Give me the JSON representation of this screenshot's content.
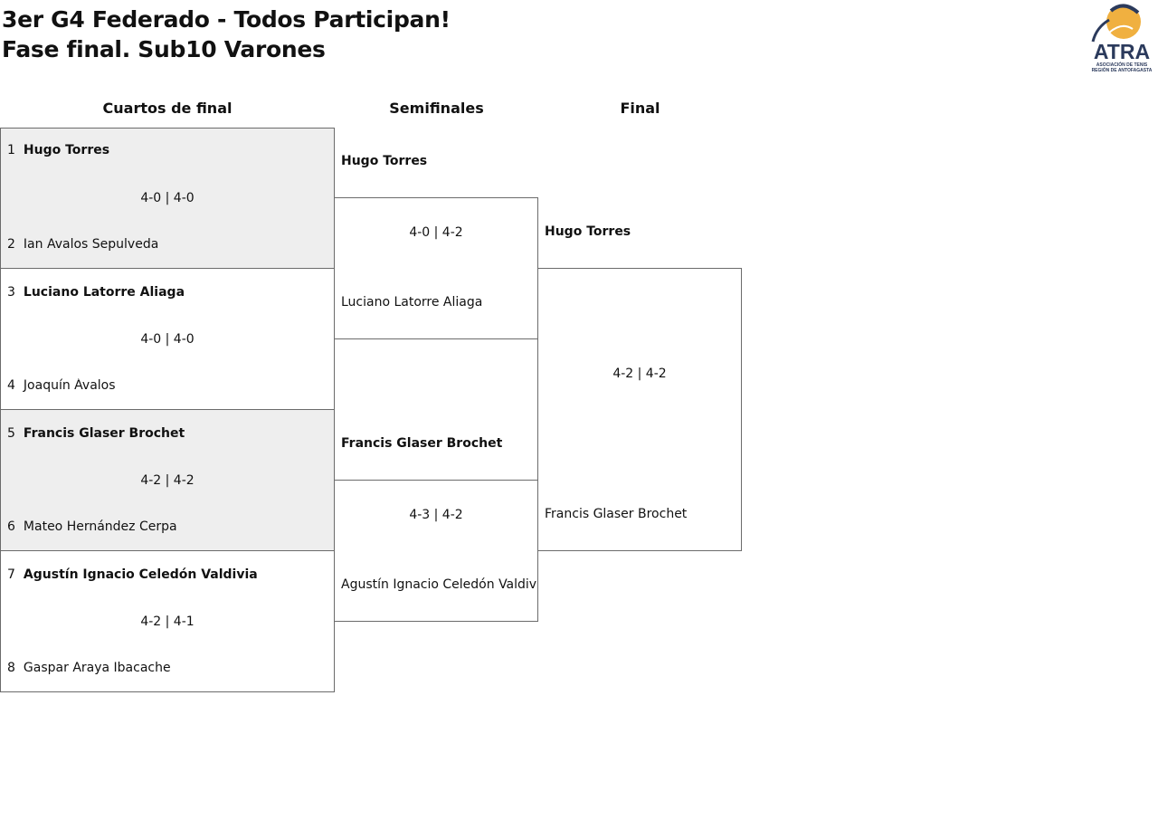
{
  "title": {
    "line1": "3er G4 Federado - Todos Participan!",
    "line2": "Fase final. Sub10 Varones"
  },
  "logo": {
    "text": "ATRA",
    "subtext1": "ASOCIACIÓN DE TENIS",
    "subtext2": "REGIÓN DE ANTOFAGASTA",
    "colors": {
      "navy": "#2b3a5c",
      "orange": "#f0b040"
    }
  },
  "rounds": {
    "quarterfinals": "Cuartos de final",
    "semifinals": "Semifinales",
    "final": "Final"
  },
  "quarterfinals": [
    {
      "top": {
        "seed": "1",
        "name": "Hugo Torres",
        "winner": true
      },
      "score": "4-0 | 4-0",
      "bottom": {
        "seed": "2",
        "name": "Ian Avalos Sepulveda",
        "winner": false
      }
    },
    {
      "top": {
        "seed": "3",
        "name": "Luciano Latorre Aliaga",
        "winner": true
      },
      "score": "4-0 | 4-0",
      "bottom": {
        "seed": "4",
        "name": "Joaquín Ávalos",
        "winner": false
      }
    },
    {
      "top": {
        "seed": "5",
        "name": "Francis Glaser Brochet",
        "winner": true
      },
      "score": "4-2 | 4-2",
      "bottom": {
        "seed": "6",
        "name": "Mateo Hernández Cerpa",
        "winner": false
      }
    },
    {
      "top": {
        "seed": "7",
        "name": "Agustín Ignacio Celedón Valdivia",
        "winner": true
      },
      "score": "4-2 | 4-1",
      "bottom": {
        "seed": "8",
        "name": "Gaspar Araya Ibacache",
        "winner": false
      }
    }
  ],
  "semifinals": [
    {
      "top": {
        "name": "Hugo Torres",
        "winner": true
      },
      "score": "4-0 | 4-2",
      "bottom": {
        "name": "Luciano Latorre Aliaga",
        "winner": false
      }
    },
    {
      "top": {
        "name": "Francis Glaser Brochet",
        "winner": true
      },
      "score": "4-3 | 4-2",
      "bottom": {
        "name": "Agustín Ignacio Celedón Valdivia",
        "winner": false
      }
    }
  ],
  "final": {
    "top": {
      "name": "Hugo Torres",
      "winner": true
    },
    "score": "4-2 | 4-2",
    "bottom": {
      "name": "Francis Glaser Brochet",
      "winner": false
    }
  }
}
